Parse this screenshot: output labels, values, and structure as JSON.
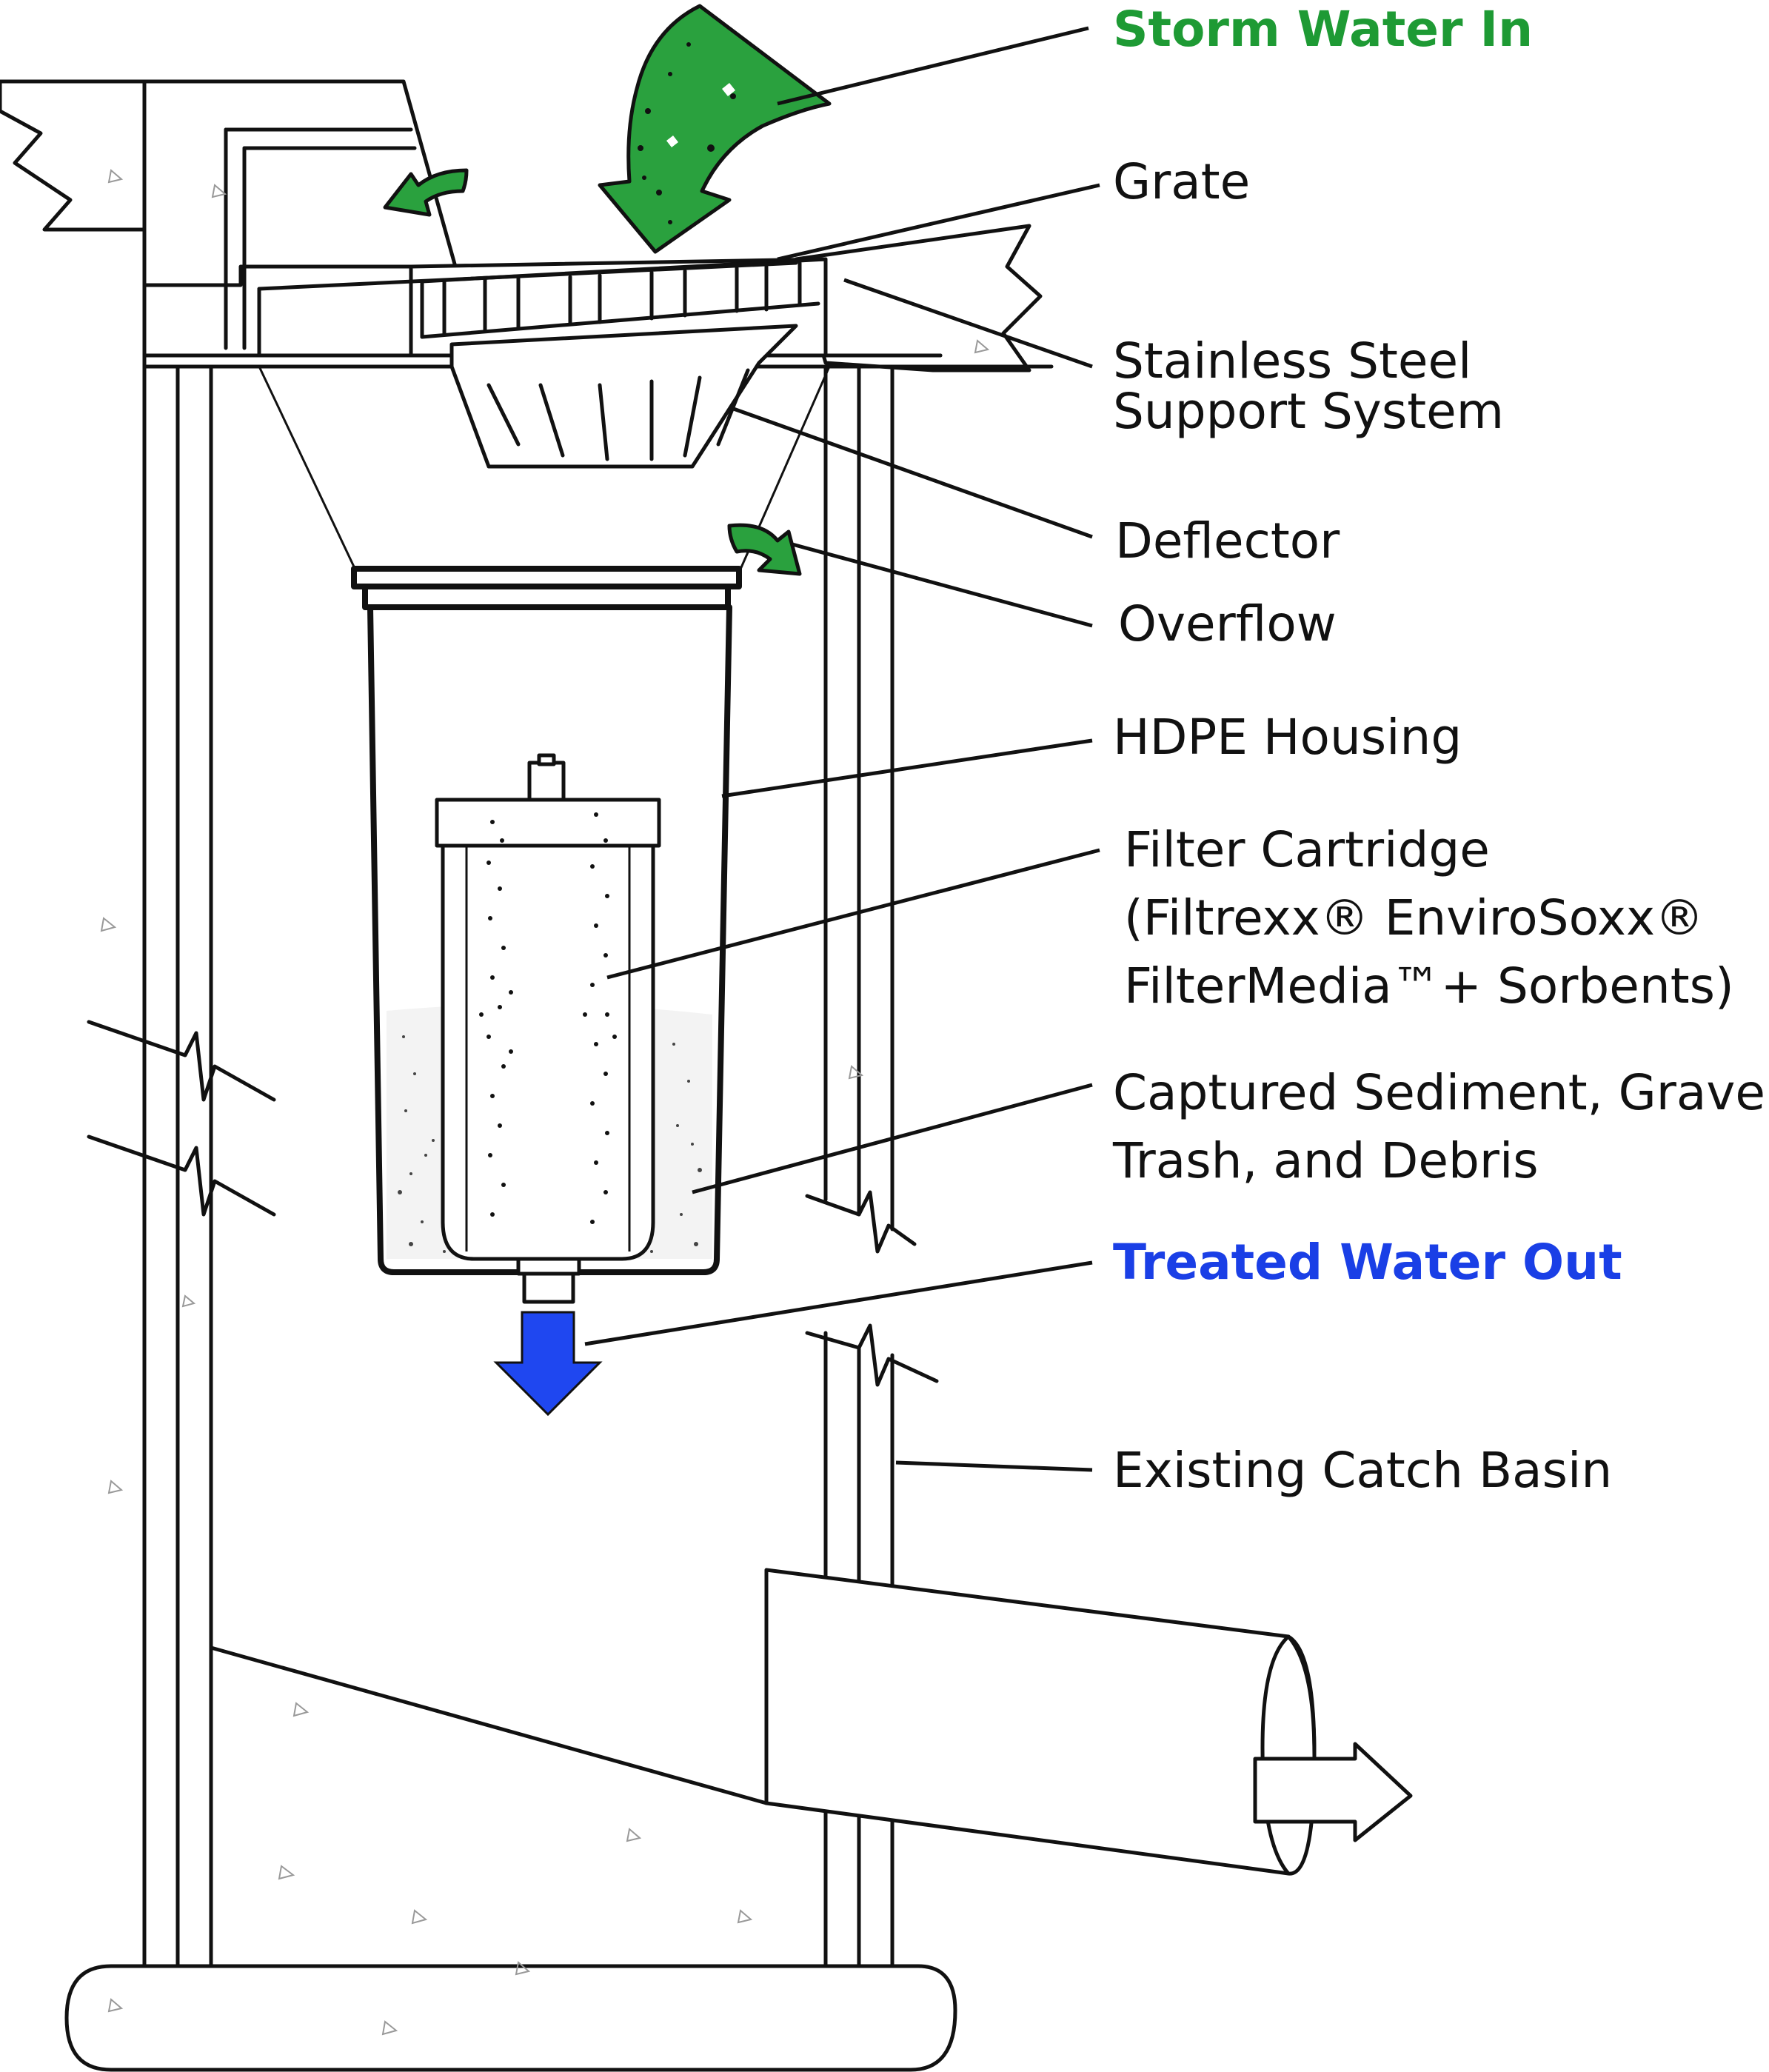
{
  "labels": {
    "storm_water_in": "Storm Water In",
    "grate": "Grate",
    "support_line1": "Stainless Steel",
    "support_line2": "Support System",
    "deflector": "Deflector",
    "overflow": "Overflow",
    "hdpe_housing": "HDPE Housing",
    "filter_line1": "Filter Cartridge",
    "filter_line2": "(Filtrexx® EnviroSoxx®",
    "filter_line3": "FilterMedia™+ Sorbents)",
    "sediment_line1": "Captured Sediment, Gravel,",
    "sediment_line2": "Trash, and Debris",
    "treated_water_out": "Treated Water Out",
    "catch_basin": "Existing Catch Basin"
  },
  "colors": {
    "storm_water": "#1e9a34",
    "storm_water_fill": "#2aa13e",
    "treated_water": "#1a3fe6",
    "treated_water_fill": "#1f47f0",
    "line": "#111111"
  },
  "icons": {
    "storm_arrow": "green-downward-arrow-icon",
    "overflow_arrow": "green-curved-arrow-icon",
    "treated_arrow": "blue-down-arrow-icon",
    "outlet_arrow": "outline-right-arrow-icon"
  }
}
